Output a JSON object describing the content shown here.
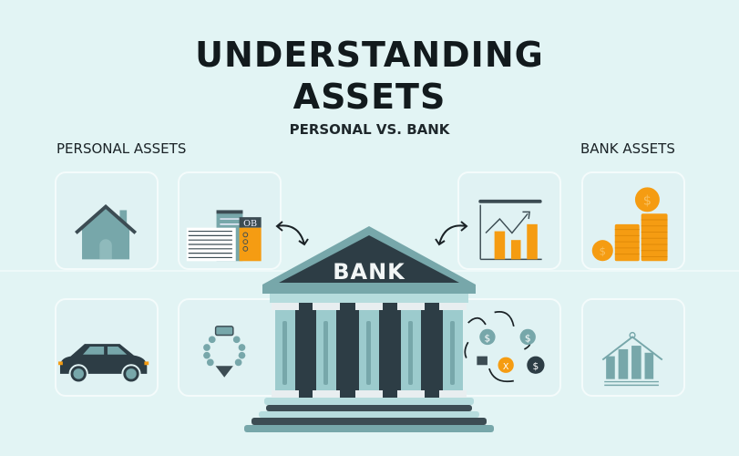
{
  "header": {
    "title_line1": "UNDERSTANDING",
    "title_line2": "ASSETS",
    "subtitle": "PERSONAL VS. BANK"
  },
  "sections": {
    "personal_label": "PERSONAL ASSETS",
    "bank_label": "BANK ASSETS"
  },
  "personal_assets": [
    {
      "name": "house",
      "icon": "house-icon"
    },
    {
      "name": "investments-documents",
      "icon": "documents-icon",
      "badge": "OB"
    },
    {
      "name": "car",
      "icon": "car-icon"
    },
    {
      "name": "jewelry",
      "icon": "jewelry-icon"
    }
  ],
  "bank_assets": [
    {
      "name": "investment-growth",
      "icon": "bar-chart-icon"
    },
    {
      "name": "cash-reserves",
      "icon": "coins-icon"
    },
    {
      "name": "loans-circulation",
      "icon": "money-flow-icon"
    },
    {
      "name": "property",
      "icon": "building-icon"
    }
  ],
  "center": {
    "label": "BANK",
    "icon": "bank-building-icon"
  },
  "colors": {
    "background": "#e2f4f4",
    "teal": "#77a7aa",
    "dark": "#2d3d45",
    "orange": "#f59c12",
    "card_border": "#f4fbfb"
  }
}
